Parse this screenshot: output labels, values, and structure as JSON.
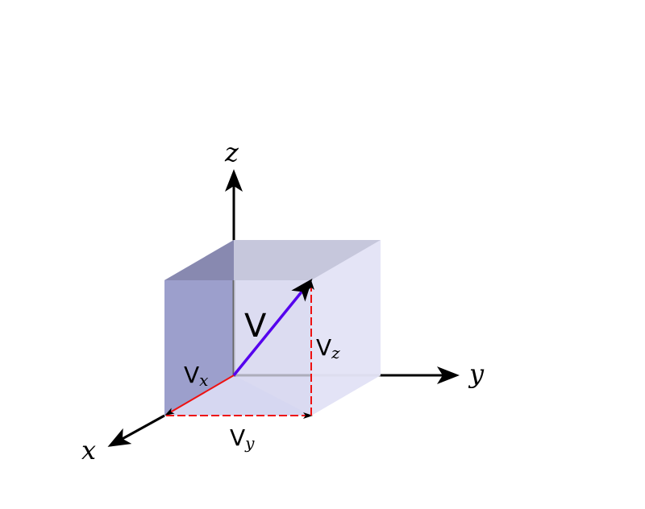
{
  "axes": {
    "x": "x",
    "y": "y",
    "z": "z"
  },
  "vector": {
    "label": "V",
    "color": "#5500ee"
  },
  "components": {
    "x": {
      "base": "V",
      "sub": "x"
    },
    "y": {
      "base": "V",
      "sub": "y"
    },
    "z": {
      "base": "V",
      "sub": "z"
    },
    "color": "#ee1111"
  },
  "box_color": "#9c9fcc"
}
